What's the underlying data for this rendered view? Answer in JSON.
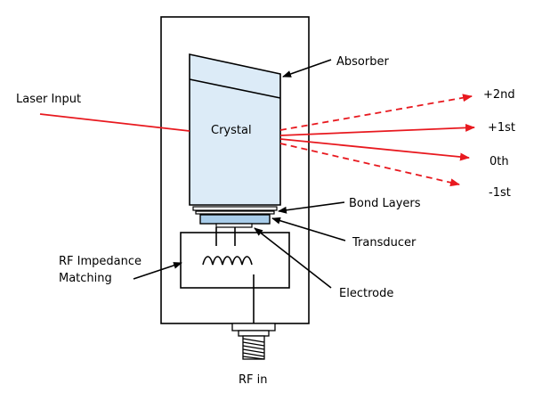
{
  "labels": {
    "absorber": "Absorber",
    "laser_input": "Laser Input",
    "crystal": "Crystal",
    "plus_2nd": "+2nd",
    "plus_1st": "+1st",
    "zeroth": "0th",
    "minus_1st": "-1st",
    "bond_layers": "Bond Layers",
    "transducer": "Transducer",
    "rf_impedance_line1": "RF Impedance",
    "rf_impedance_line2": "Matching",
    "electrode": "Electrode",
    "rf_in": "RF in"
  },
  "colors": {
    "beam": "#e8191f",
    "crystal_fill": "#dcebf7",
    "transducer_fill": "#a9cdea",
    "outline": "#000000"
  }
}
